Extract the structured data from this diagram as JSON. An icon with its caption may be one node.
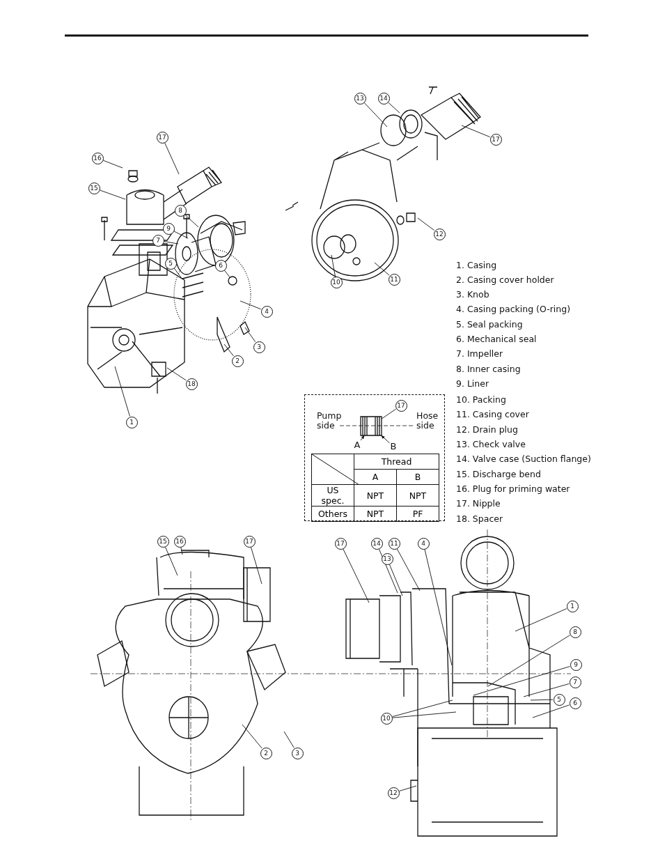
{
  "diagram": {
    "nodes": [
      {
        "text": [
          "13"
        ]
      },
      {
        "text": [
          "14"
        ]
      },
      {
        "text": [
          "17"
        ]
      },
      {
        "text": [
          "17"
        ]
      },
      {
        "text": [
          "16"
        ]
      },
      {
        "text": [
          "15"
        ]
      },
      {
        "text": [
          "12"
        ]
      },
      {
        "text": [
          "8"
        ]
      },
      {
        "text": [
          "9"
        ]
      },
      {
        "text": [
          "7"
        ]
      },
      {
        "text": [
          "6"
        ]
      },
      {
        "text": [
          "5"
        ]
      },
      {
        "text": [
          "10"
        ]
      },
      {
        "text": [
          "11"
        ]
      },
      {
        "text": [
          "4"
        ]
      },
      {
        "text": [
          "3"
        ]
      },
      {
        "text": [
          "2"
        ]
      },
      {
        "text": [
          "18"
        ]
      },
      {
        "text": [
          "1"
        ]
      },
      {
        "text": [
          "17"
        ]
      },
      {
        "text": [
          "A"
        ]
      },
      {
        "text": [
          "B"
        ]
      },
      {
        "text": [
          "15"
        ]
      },
      {
        "text": [
          "16"
        ]
      },
      {
        "text": [
          "17"
        ]
      },
      {
        "text": [
          "2"
        ]
      },
      {
        "text": [
          "3"
        ]
      },
      {
        "text": [
          "17"
        ]
      },
      {
        "text": [
          "14"
        ]
      },
      {
        "text": [
          "13"
        ]
      },
      {
        "text": [
          "11"
        ]
      },
      {
        "text": [
          "4"
        ]
      },
      {
        "text": [
          "1"
        ]
      },
      {
        "text": [
          "8"
        ]
      },
      {
        "text": [
          "9"
        ]
      },
      {
        "text": [
          "7"
        ]
      },
      {
        "text": [
          "5"
        ]
      },
      {
        "text": [
          "6"
        ]
      },
      {
        "text": [
          "10"
        ]
      },
      {
        "text": [
          "12"
        ]
      },
      {
        "text": [],
        "shape": "picture"
      },
      {
        "text": [],
        "shape": "circle"
      }
    ],
    "edges": [
      {
        "from": 0,
        "to": null,
        "arrow": "none"
      },
      {
        "from": 1,
        "to": null,
        "arrow": "none"
      },
      {
        "from": 2,
        "to": null,
        "arrow": "none"
      },
      {
        "from": 3,
        "to": null,
        "arrow": "none"
      },
      {
        "from": 4,
        "to": null,
        "arrow": "none"
      },
      {
        "from": 5,
        "to": null,
        "arrow": "none"
      },
      {
        "from": 6,
        "to": null,
        "arrow": "none"
      },
      {
        "from": 7,
        "to": null,
        "arrow": "none"
      },
      {
        "from": 8,
        "to": null,
        "arrow": "none"
      },
      {
        "from": 9,
        "to": null,
        "arrow": "none"
      },
      {
        "from": 10,
        "to": 41,
        "arrow": "none"
      },
      {
        "from": 11,
        "to": null,
        "arrow": "none"
      },
      {
        "from": 12,
        "to": null,
        "arrow": "none"
      },
      {
        "from": 13,
        "to": null,
        "arrow": "none"
      },
      {
        "from": 14,
        "to": null,
        "arrow": "none"
      },
      {
        "from": 15,
        "to": null,
        "arrow": "none"
      },
      {
        "from": 16,
        "to": null,
        "arrow": "none"
      },
      {
        "from": 17,
        "to": null,
        "arrow": "none"
      },
      {
        "from": 18,
        "to": null,
        "arrow": "none"
      },
      {
        "from": 19,
        "to": 40,
        "arrow": "none"
      },
      {
        "from": 20,
        "to": 40,
        "arrow": "to"
      },
      {
        "from": 21,
        "to": 40,
        "arrow": "to"
      },
      {
        "from": 22,
        "to": null,
        "arrow": "none"
      },
      {
        "from": 23,
        "to": null,
        "arrow": "none"
      },
      {
        "from": 24,
        "to": null,
        "arrow": "none"
      },
      {
        "from": 25,
        "to": null,
        "arrow": "none"
      },
      {
        "from": 26,
        "to": null,
        "arrow": "none"
      },
      {
        "from": 27,
        "to": null,
        "arrow": "none"
      },
      {
        "from": 28,
        "to": null,
        "arrow": "none"
      },
      {
        "from": 29,
        "to": null,
        "arrow": "none"
      },
      {
        "from": 30,
        "to": null,
        "arrow": "none"
      },
      {
        "from": 31,
        "to": null,
        "arrow": "none"
      },
      {
        "from": 32,
        "to": null,
        "arrow": "none"
      },
      {
        "from": 33,
        "to": null,
        "arrow": "none"
      },
      {
        "from": 34,
        "to": null,
        "arrow": "none"
      },
      {
        "from": 35,
        "to": null,
        "arrow": "none"
      },
      {
        "from": 36,
        "to": null,
        "arrow": "none"
      },
      {
        "from": 37,
        "to": null,
        "arrow": "none"
      },
      {
        "from": 38,
        "to": null,
        "arrow": "none"
      },
      {
        "from": 38,
        "to": null,
        "arrow": "none"
      },
      {
        "from": 39,
        "to": null,
        "arrow": "none"
      }
    ],
    "labels": [
      "1.  Casing",
      "2.  Casing cover holder",
      "3.  Knob",
      "4.  Casing packing (O-ring)",
      "5.  Seal packing",
      "6.  Mechanical seal",
      "7.  Impeller",
      "8.  Inner casing",
      "9.  Liner",
      "10.  Packing",
      "11.  Casing cover",
      "12.  Drain plug",
      "13.  Check valve",
      "14.  Valve case (Suction flange)",
      "15.  Discharge bend",
      "16.  Plug for priming water",
      "17.  Nipple",
      "18.  Spacer",
      "Pump side",
      "Hose side",
      "Thread",
      "A",
      "B",
      "US spec.",
      "NPT",
      "NPT",
      "Others",
      "NPT",
      "PF"
    ]
  }
}
